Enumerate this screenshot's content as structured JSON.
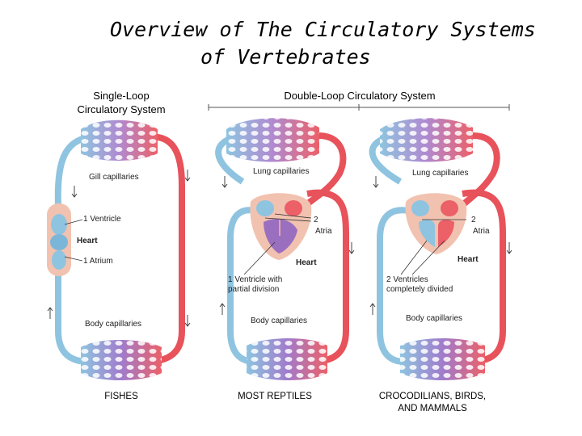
{
  "title": {
    "line1": "Overview of The Circulatory Systems",
    "line2": "of Vertebrates"
  },
  "headers": {
    "single_line1": "Single-Loop",
    "single_line2": "Circulatory System",
    "double": "Double-Loop Circulatory System"
  },
  "fish": {
    "gill": "Gill capillaries",
    "ventricle": "1 Ventricle",
    "heart": "Heart",
    "atrium": "1 Atrium",
    "body": "Body capillaries",
    "footer": "FISHES"
  },
  "reptile": {
    "lung": "Lung capillaries",
    "atria_num": "2",
    "atria": "Atria",
    "heart": "Heart",
    "vent1": "1 Ventricle with",
    "vent2": "partial division",
    "body": "Body capillaries",
    "footer": "MOST REPTILES"
  },
  "mammal": {
    "lung": "Lung capillaries",
    "atria_num": "2",
    "atria": "Atria",
    "heart": "Heart",
    "vent1": "2 Ventricles",
    "vent2": "completely divided",
    "body": "Body capillaries",
    "footer1": "CROCODILIANS, BIRDS,",
    "footer2": "AND MAMMALS"
  },
  "colors": {
    "oxygenated": "#e8525a",
    "deoxygenated": "#8fc4e0",
    "mixed": "#9b6fc0"
  }
}
